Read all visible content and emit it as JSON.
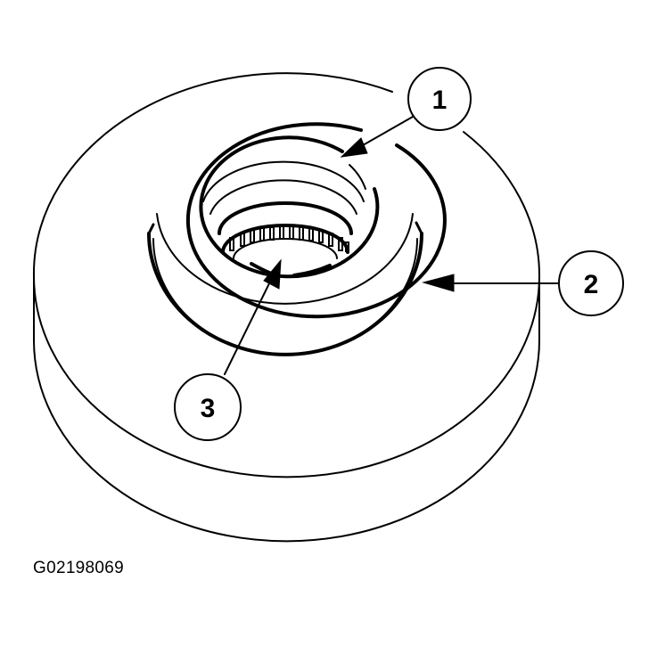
{
  "figure": {
    "id_label": "G02198069",
    "subject": "bearing seat / hub with needle roller bearing",
    "line_color": "#000000",
    "background": "#ffffff"
  },
  "callouts": [
    {
      "number": "1",
      "target": "inner bore ring / seal"
    },
    {
      "number": "2",
      "target": "hub outer wall"
    },
    {
      "number": "3",
      "target": "needle roller bearing"
    }
  ],
  "roller_count_visible": 13
}
